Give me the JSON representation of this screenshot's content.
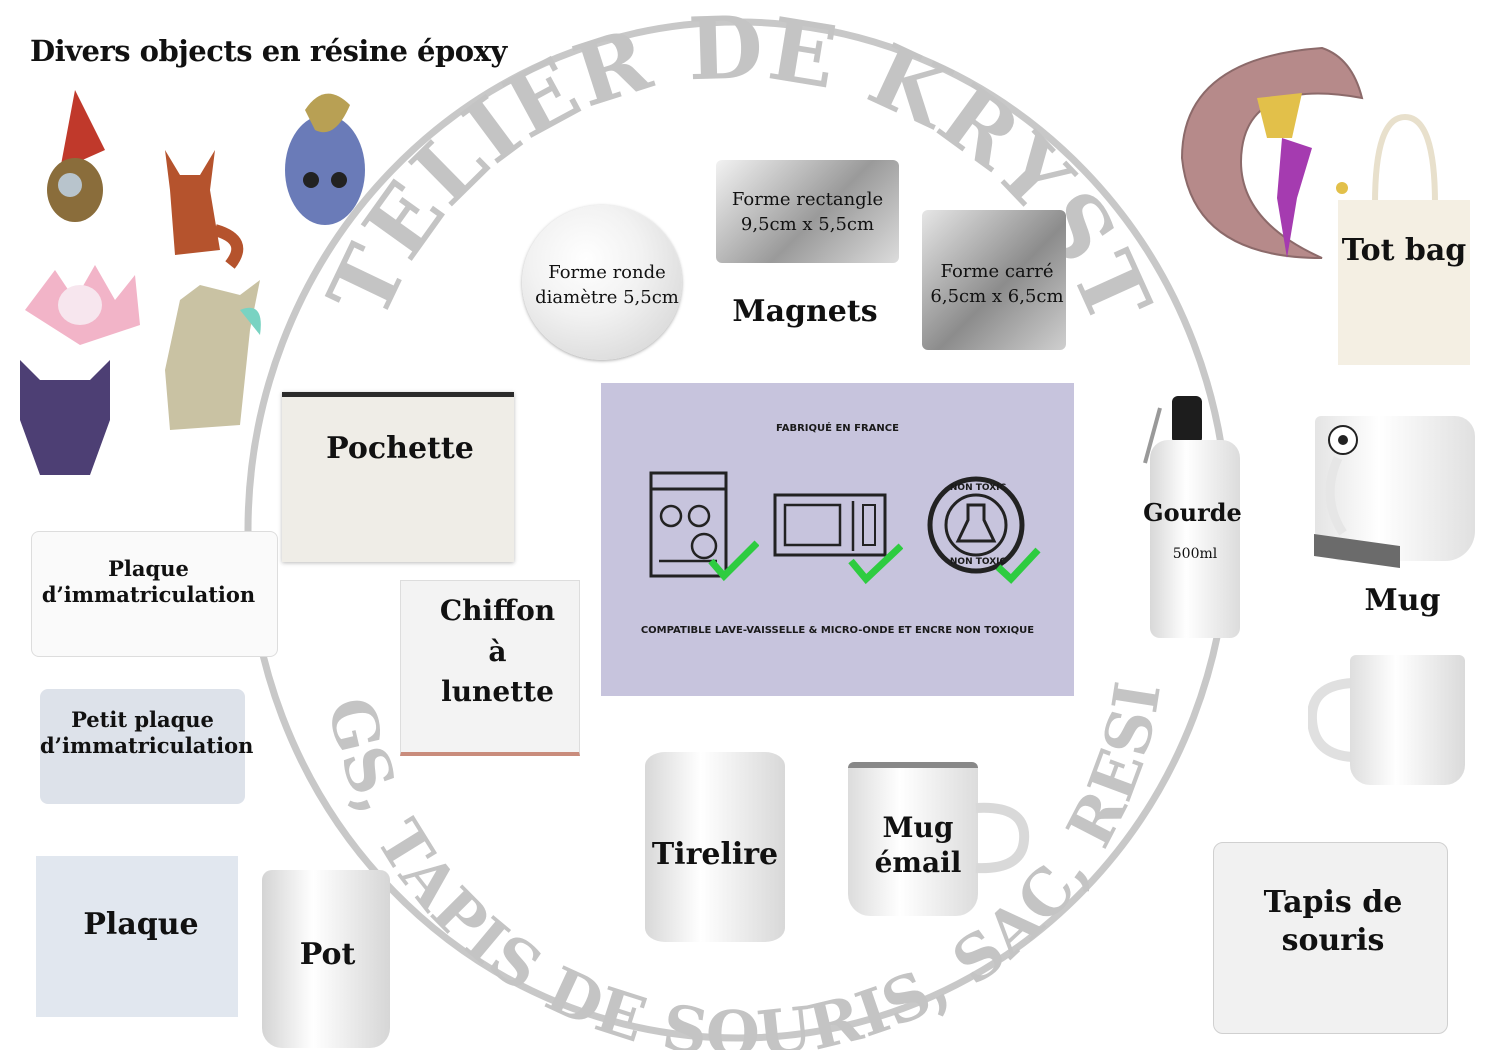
{
  "header": {
    "title": "Divers objects en résine époxy"
  },
  "circle": {
    "top_text": "L’ATELIER DE KRYSTEL",
    "bottom_text": "MUGS, TAPIS DE SOURIS, SAC, RESINE"
  },
  "magnets": {
    "title": "Magnets",
    "round": {
      "line1": "Forme ronde",
      "line2": "diamètre 5,5cm"
    },
    "rect": {
      "line1": "Forme rectangle",
      "line2": "9,5cm x 5,5cm"
    },
    "square": {
      "line1": "Forme carré",
      "line2": "6,5cm x 6,5cm"
    }
  },
  "info": {
    "top": "FABRIQUÉ EN FRANCE",
    "bottom": "COMPATIBLE LAVE-VAISSELLE & MICRO-ONDE ET ENCRE NON TOXIQUE",
    "badge_top": "NON TOXIC",
    "badge_bottom": "NON TOXIC"
  },
  "products": {
    "pochette": "Pochette",
    "chiffon": {
      "l1": "Chiffon",
      "l2": "à",
      "l3": "lunette"
    },
    "plaque_im": {
      "l1": "Plaque",
      "l2": "d’immatriculation"
    },
    "petit_plaque": {
      "l1": "Petit plaque",
      "l2": "d’immatriculation"
    },
    "plaque": "Plaque",
    "pot": "Pot",
    "tirelire": "Tirelire",
    "mug_email": {
      "l1": "Mug",
      "l2": "émail"
    },
    "tapis": "Tapis de souris",
    "mug": "Mug",
    "gourde": "Gourde",
    "gourde_size": "500ml",
    "totbag": "Tot bag"
  },
  "colors": {
    "panel": "#c7c4dd",
    "check": "#2ecc40",
    "circle": "#c8c8c8"
  },
  "icons": [
    "dishwasher-icon",
    "microwave-icon",
    "non-toxic-icon",
    "check-icon"
  ]
}
